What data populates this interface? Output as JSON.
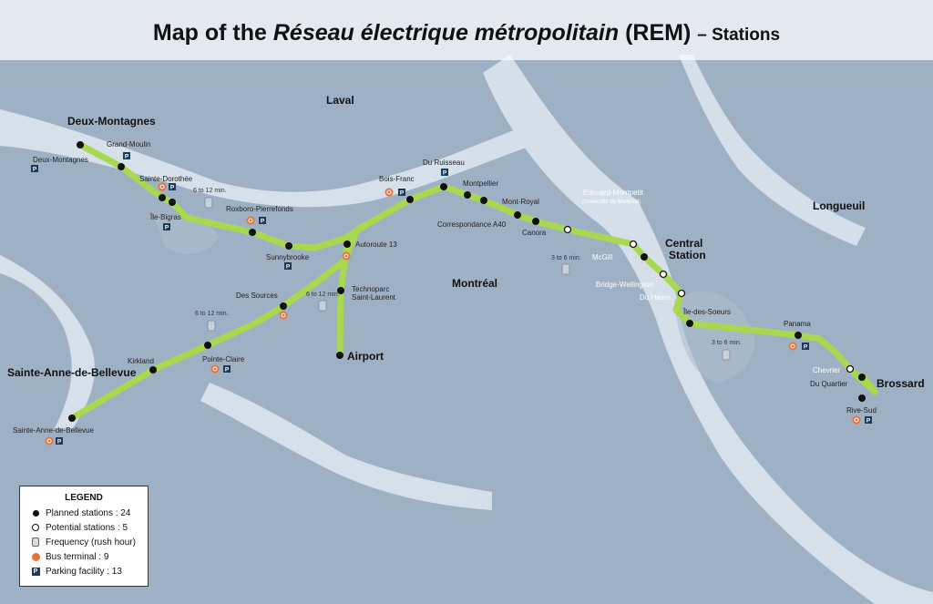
{
  "title": {
    "main": "Map of the ",
    "italic": "Réseau électrique métropolitain",
    "rest": " (REM) ",
    "suffix": "– Stations"
  },
  "regions": {
    "laval": "Laval",
    "montreal": "Montréal",
    "longueuil": "Longueuil"
  },
  "terminals": {
    "deux_montagnes": "Deux-Montagnes",
    "sainte_anne": "Sainte-Anne-de-Bellevue",
    "airport": "Airport",
    "central": "Central",
    "central2": "Station",
    "brossard": "Brossard"
  },
  "stations": {
    "deux_montagnes": "Deux-Montagnes",
    "grand_moulin": "Grand-Moulin",
    "sainte_dorothee": "Sainte-Dorothée",
    "ile_bigras": "Île-Bigras",
    "roxboro": "Roxboro-Pierrefonds",
    "sunnybrooke": "Sunnybrooke",
    "bois_franc": "Bois-Franc",
    "du_ruisseau": "Du Ruisseau",
    "montpellier": "Montpellier",
    "mont_royal": "Mont-Royal",
    "correspondance": "Correspondance A40",
    "canora": "Canora",
    "edouard": "Édouard-Montpetit",
    "edouard_sub": "(Université de Montréal)",
    "mcgill": "McGill",
    "bridge": "Bridge-Wellington",
    "du_havre": "Du Havre",
    "ile_soeurs": "Île-des-Soeurs",
    "panama": "Panama",
    "chevrier": "Chevrier",
    "du_quartier": "Du Quartier",
    "rive_sud": "Rive-Sud",
    "autoroute13": "Autoroute 13",
    "technoparc1": "Technoparc",
    "technoparc2": "Saint-Laurent",
    "des_sources": "Des Sources",
    "pointe_claire": "Pointe-Claire",
    "kirkland": "Kirkland",
    "sainte_anne": "Sainte-Anne-de-Bellevue"
  },
  "frequencies": {
    "f1": "6 to 12 min.",
    "f2": "6 to 12 min.",
    "f3": "6 to 12 min.",
    "f4": "3 to 6 min.",
    "f5": "3 to 6 min."
  },
  "legend": {
    "title": "LEGEND",
    "planned": "Planned stations : 24",
    "potential": "Potential stations : 5",
    "frequency": "Frequency (rush hour)",
    "bus": "Bus terminal : 9",
    "parking": "Parking facility : 13"
  },
  "parking_letter": "P",
  "colors": {
    "water": "#9eb1c4",
    "land": "#dbe5ee",
    "line": "#a8d84e",
    "bus": "#e8733a",
    "parking": "#1e3a5a"
  }
}
